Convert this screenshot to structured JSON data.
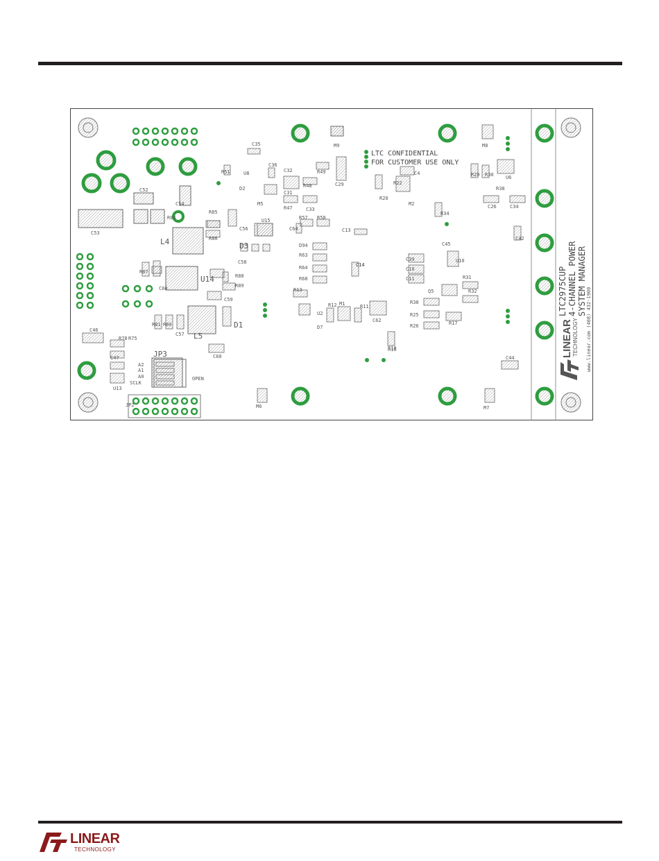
{
  "board": {
    "confidential": [
      "LTC CONFIDENTIAL",
      "FOR CUSTOMER USE ONLY"
    ],
    "product": [
      "LTC2975CUP",
      "4-CHANNEL POWER",
      "SYSTEM MANAGER"
    ],
    "logo_word": "LINEAR",
    "logo_sub": "TECHNOLOGY",
    "web": "www.linear.com (408) 432-1900",
    "labels": [
      {
        "t": "C53"
      },
      {
        "t": "C52"
      },
      {
        "t": "C54"
      },
      {
        "t": "R84"
      },
      {
        "t": "L4"
      },
      {
        "t": "R85"
      },
      {
        "t": "R86"
      },
      {
        "t": "C56"
      },
      {
        "t": "U15"
      },
      {
        "t": "R87"
      },
      {
        "t": "C60"
      },
      {
        "t": "U14"
      },
      {
        "t": "D3"
      },
      {
        "t": "C58"
      },
      {
        "t": "R88"
      },
      {
        "t": "R89"
      },
      {
        "t": "C59"
      },
      {
        "t": "D1"
      },
      {
        "t": "L5"
      },
      {
        "t": "R81"
      },
      {
        "t": "R80"
      },
      {
        "t": "C57"
      },
      {
        "t": "C46"
      },
      {
        "t": "R78"
      },
      {
        "t": "R75"
      },
      {
        "t": "C47"
      },
      {
        "t": "JP3"
      },
      {
        "t": "A2"
      },
      {
        "t": "A1"
      },
      {
        "t": "A0"
      },
      {
        "t": "SCLK"
      },
      {
        "t": "OPEN"
      },
      {
        "t": "U13"
      },
      {
        "t": "JP2"
      },
      {
        "t": "C60"
      },
      {
        "t": "M6"
      },
      {
        "t": "C35"
      },
      {
        "t": "R51"
      },
      {
        "t": "D2"
      },
      {
        "t": "U8"
      },
      {
        "t": "C36"
      },
      {
        "t": "C32"
      },
      {
        "t": "R48"
      },
      {
        "t": "M5"
      },
      {
        "t": "C31"
      },
      {
        "t": "R47"
      },
      {
        "t": "C33"
      },
      {
        "t": "R49"
      },
      {
        "t": "C29"
      },
      {
        "t": "M9"
      },
      {
        "t": "R57"
      },
      {
        "t": "R58"
      },
      {
        "t": "C64"
      },
      {
        "t": "C13"
      },
      {
        "t": "D94"
      },
      {
        "t": "R63"
      },
      {
        "t": "R64"
      },
      {
        "t": "R68"
      },
      {
        "t": "R13"
      },
      {
        "t": "U2"
      },
      {
        "t": "R12"
      },
      {
        "t": "M1"
      },
      {
        "t": "R11"
      },
      {
        "t": "D7"
      },
      {
        "t": "C14"
      },
      {
        "t": "R16"
      },
      {
        "t": "C62"
      },
      {
        "t": "R20"
      },
      {
        "t": "R22"
      },
      {
        "t": "C4"
      },
      {
        "t": "M2"
      },
      {
        "t": "M8"
      },
      {
        "t": "R29"
      },
      {
        "t": "R30"
      },
      {
        "t": "U6"
      },
      {
        "t": "R38"
      },
      {
        "t": "C26"
      },
      {
        "t": "C34"
      },
      {
        "t": "R34"
      },
      {
        "t": "C42"
      },
      {
        "t": "C45"
      },
      {
        "t": "C39"
      },
      {
        "t": "C10"
      },
      {
        "t": "C11"
      },
      {
        "t": "U10"
      },
      {
        "t": "Q5"
      },
      {
        "t": "R31"
      },
      {
        "t": "R32"
      },
      {
        "t": "R38"
      },
      {
        "t": "R25"
      },
      {
        "t": "R26"
      },
      {
        "t": "R17"
      },
      {
        "t": "C44"
      },
      {
        "t": "M7"
      },
      {
        "t": "R10"
      },
      {
        "t": "C14"
      }
    ]
  },
  "footer": {
    "logo_word": "LINEAR",
    "logo_sub": "TECHNOLOGY"
  },
  "colors": {
    "rule": "#231f20",
    "pad_green": "#2e9d3f",
    "silk": "#7a7a7a",
    "brand": "#8b1a1a"
  }
}
